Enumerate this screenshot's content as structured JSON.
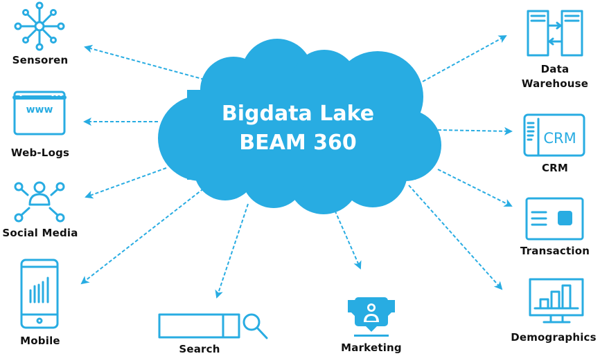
{
  "center": {
    "title_line1": "Bigdata Lake",
    "title_line2": "BEAM 360",
    "fill_color": "#28ace2"
  },
  "colors": {
    "accent": "#28ace2",
    "text": "#111111",
    "background": "#ffffff"
  },
  "sources_left": [
    {
      "label": "Sensoren",
      "icon": "network-hub-icon"
    },
    {
      "label": "Web-Logs",
      "icon": "browser-www-icon"
    },
    {
      "label": "Social Media",
      "icon": "social-network-user-icon"
    },
    {
      "label": "Mobile",
      "icon": "smartphone-signal-icon"
    }
  ],
  "sources_bottom": [
    {
      "label": "Search",
      "icon": "search-bar-icon"
    },
    {
      "label": "Marketing",
      "icon": "marketing-user-pin-icon"
    }
  ],
  "sources_right": [
    {
      "label": "Data",
      "label2": "Warehouse",
      "icon": "data-warehouse-icon"
    },
    {
      "label": "CRM",
      "icon": "crm-window-icon",
      "icon_text": "CRM"
    },
    {
      "label": "Transaction",
      "icon": "credit-card-icon"
    },
    {
      "label": "Demographics",
      "icon": "monitor-bar-chart-icon"
    }
  ],
  "icon_text": {
    "www": "www",
    "crm": "CRM"
  }
}
